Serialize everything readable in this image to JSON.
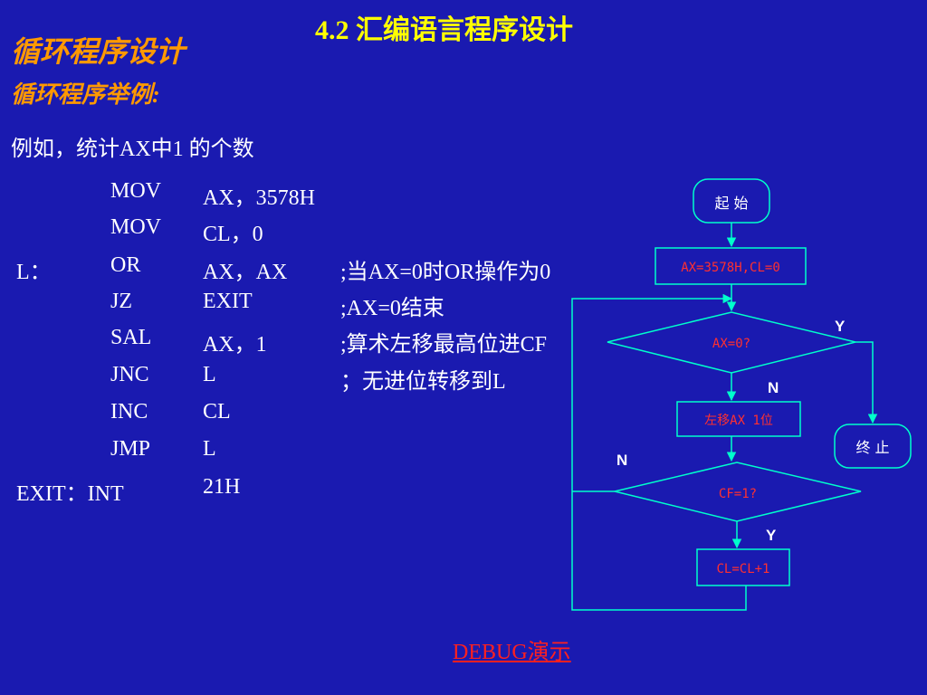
{
  "slide": {
    "title": "4.2 汇编语言程序设计",
    "section": "循环程序设计",
    "subsection": "循环程序举例:",
    "intro": "例如，统计AX中1 的个数"
  },
  "code": [
    {
      "label": "",
      "op": "MOV",
      "arg": "AX，3578H",
      "comment": ""
    },
    {
      "label": "",
      "op": "MOV",
      "arg": "CL，0",
      "comment": ""
    },
    {
      "label": "L：",
      "op": "OR",
      "arg": "AX，AX",
      "comment": ";当AX=0时OR操作为0"
    },
    {
      "label": "",
      "op": "JZ",
      "arg": "EXIT",
      "comment": ";AX=0结束"
    },
    {
      "label": "",
      "op": "SAL",
      "arg": "AX，1",
      "comment": ";算术左移最高位进CF"
    },
    {
      "label": "",
      "op": "JNC",
      "arg": "L",
      "comment": "；无进位转移到L"
    },
    {
      "label": "",
      "op": "INC",
      "arg": "CL",
      "comment": ""
    },
    {
      "label": "",
      "op": "JMP",
      "arg": "L",
      "comment": ""
    },
    {
      "label": "EXIT：INT",
      "op": "",
      "arg": "21H",
      "comment": ""
    }
  ],
  "flowchart": {
    "start": "起 始",
    "init": "AX=3578H,CL=0",
    "cond1": "AX=0?",
    "cond1_yes": "Y",
    "cond1_no": "N",
    "shift": "左移AX 1位",
    "end": "终 止",
    "cond2": "CF=1?",
    "cond2_no": "N",
    "cond2_yes": "Y",
    "inc": "CL=CL+1"
  },
  "links": {
    "debug": "DEBUG演示"
  },
  "colors": {
    "background": "#1a1ab0",
    "title": "#ffff00",
    "heading": "#ff9900",
    "flow_text": "#ff3030",
    "lines": "#00ffcc",
    "link": "#ff2020"
  }
}
